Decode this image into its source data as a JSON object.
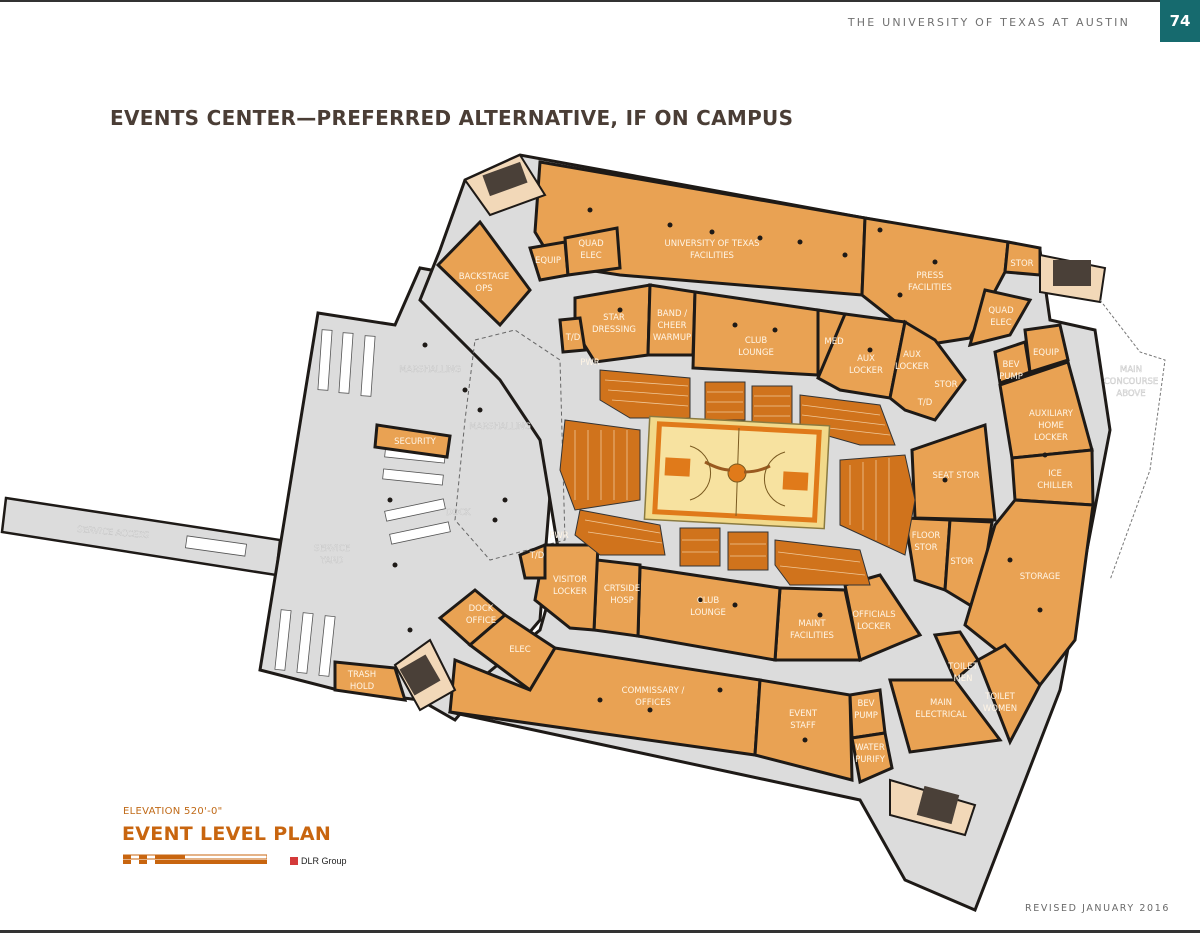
{
  "header": {
    "organization": "THE UNIVERSITY OF TEXAS AT AUSTIN",
    "page_number": "74",
    "accent_color": "#166a6e"
  },
  "page_title": "EVENTS CENTER—PREFERRED ALTERNATIVE, IF ON CAMPUS",
  "plan": {
    "elevation": "ELEVATION 520'-0\"",
    "title": "EVENT LEVEL PLAN",
    "firm": "DLR Group",
    "room_color": "#e9a253",
    "corridor_color": "#dcdcdc",
    "rooms": {
      "ut_facilities": [
        "UNIVERSITY OF TEXAS",
        "FACILITIES"
      ],
      "press_facilities": [
        "PRESS",
        "FACILITIES"
      ],
      "stor_ne": "STOR",
      "equip_n": "EQUIP",
      "quad_elec_n": [
        "QUAD",
        "ELEC"
      ],
      "backstage_ops": [
        "BACKSTAGE",
        "OPS"
      ],
      "star_dressing": [
        "STAR",
        "DRESSING"
      ],
      "band_cheer": [
        "BAND /",
        "CHEER",
        "WARMUP"
      ],
      "club_lounge_n": [
        "CLUB",
        "LOUNGE"
      ],
      "med": "MED",
      "aux_locker_1": [
        "AUX",
        "LOCKER"
      ],
      "aux_locker_2": [
        "AUX",
        "LOCKER"
      ],
      "stor_e": "STOR",
      "td_ne": "T/D",
      "td_nw": "T/D",
      "pwr_nw": "PWR",
      "quad_elec_e": [
        "QUAD",
        "ELEC"
      ],
      "bev_pump_e": [
        "BEV",
        "PUMP"
      ],
      "equip_e": "EQUIP",
      "main_concourse": [
        "MAIN",
        "CONCOURSE",
        "ABOVE"
      ],
      "aux_home_locker": [
        "AUXILIARY",
        "HOME",
        "LOCKER"
      ],
      "ice_chiller": [
        "ICE",
        "CHILLER"
      ],
      "seat_stor": "SEAT STOR",
      "floor_stor": [
        "FLOOR",
        "STOR"
      ],
      "stor_se": "STOR",
      "storage": "STORAGE",
      "toilet_men": [
        "TOILET",
        "MEN"
      ],
      "toilet_women": [
        "TOILET",
        "WOMEN"
      ],
      "main_electrical": [
        "MAIN",
        "ELECTRICAL"
      ],
      "officials_locker": [
        "OFFICIALS",
        "LOCKER"
      ],
      "maint_facilities": [
        "MAINT",
        "FACILITIES"
      ],
      "club_lounge_s": [
        "CLUB",
        "LOUNGE"
      ],
      "crtside_hosp": [
        "CRTSIDE",
        "HOSP"
      ],
      "visitor_locker": [
        "VISITOR",
        "LOCKER"
      ],
      "td_sw": "T/D",
      "pwr_sw": "PWR",
      "dock_office": [
        "DOCK",
        "OFFICE"
      ],
      "elec_s": "ELEC",
      "commissary": [
        "COMMISSARY /",
        "OFFICES"
      ],
      "event_staff": [
        "EVENT",
        "STAFF"
      ],
      "bev_pump_s": [
        "BEV",
        "PUMP"
      ],
      "water_purify": [
        "WATER",
        "PURIFY"
      ],
      "trash_hold": [
        "TRASH",
        "HOLD"
      ],
      "security": "SECURITY",
      "marshalling_1": "MARSHALLING",
      "marshalling_2": "MARSHALLING",
      "dock": "DOCK",
      "service_yard": [
        "SERVICE",
        "YARD"
      ],
      "service_access": "SERVICE ACCESS"
    }
  },
  "footer": {
    "revised": "REVISED JANUARY 2016"
  }
}
